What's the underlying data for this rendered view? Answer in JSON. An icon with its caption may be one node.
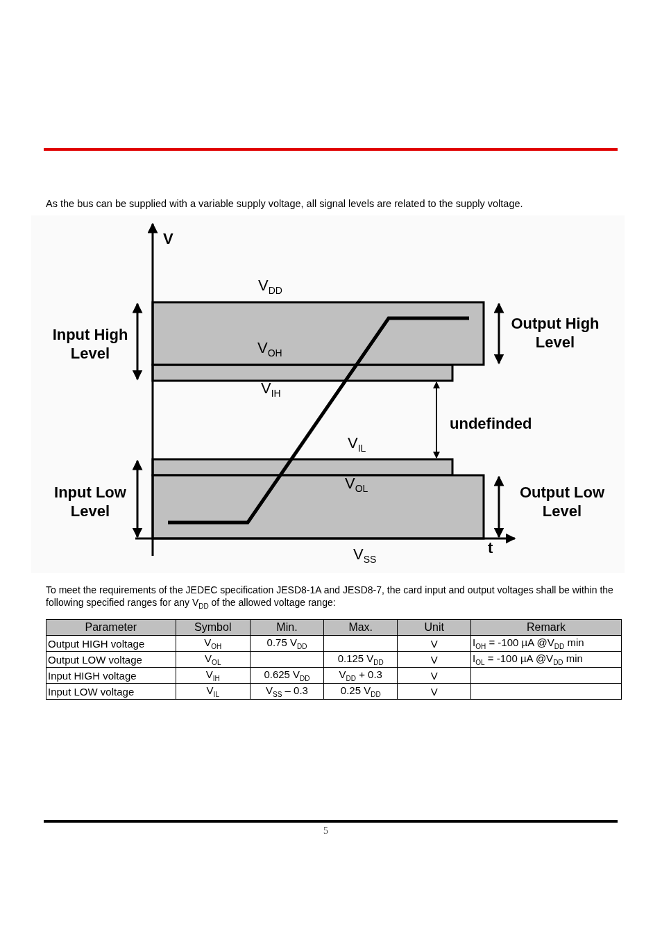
{
  "diagram": {
    "labels": [
      "As the bus can be supplied with a variable supply voltage, all signal levels are related to the supply voltage.",
      "V",
      "V$_{DD}$",
      "Input High Level",
      "Output High Level",
      "V$_{OH}$",
      "V$_{IH}$",
      "undefinded",
      "V$_{IL}$",
      "Input Low Level",
      "V$_{OL}$",
      "Output Low Level",
      "t",
      "V$_{SS}$",
      "To meet the requirements of the JEDEC specification JESD8-1A and JESD8-7, the card input and output voltages shall be within the following specified ranges for any V$_{DD}$ of the allowed voltage range:",
      "Parameter",
      "Symbol",
      "Min.",
      "Max.",
      "Unit",
      "Remark",
      "Output HIGH voltage",
      "V$_{OH}$",
      "0.75   V$_{DD}$",
      "V",
      "I$_{OH}$ = -100 µA @V$_{DD}$ min",
      "Output LOW voltage",
      "V$_{OL}$",
      "0.125   V$_{DD}$",
      "V",
      "I$_{OL}$ = -100 µA @V$_{DD}$ min",
      "Input HIGH voltage",
      "V$_{IH}$",
      "0.625   V$_{DD}$",
      "V$_{DD}$ + 0.3",
      "V",
      "Input LOW voltage",
      "V$_{IL}$",
      "V$_{SS}$ – 0.3",
      "0.25   V$_{DD}$",
      "V",
      "5"
    ]
  }
}
